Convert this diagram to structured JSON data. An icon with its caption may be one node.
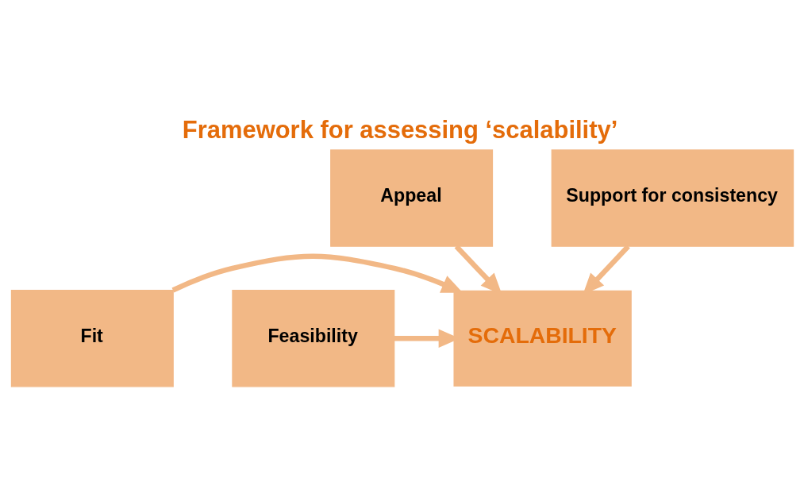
{
  "diagram": {
    "title": "Framework for assessing ‘scalability’",
    "nodes": [
      {
        "text": [
          "Appeal"
        ]
      },
      {
        "text": [
          "Fit"
        ]
      },
      {
        "text": [
          "SCALABILITY"
        ]
      },
      {
        "text": [
          "Feasibility"
        ]
      },
      {
        "text": [
          "Support for consistency"
        ]
      }
    ],
    "edges": [
      {
        "from": 0,
        "to": 2,
        "arrow": "to"
      },
      {
        "from": 1,
        "to": 2,
        "arrow": "to"
      },
      {
        "from": 3,
        "to": 2,
        "arrow": "to"
      },
      {
        "from": 4,
        "to": 2,
        "arrow": "to"
      }
    ]
  }
}
